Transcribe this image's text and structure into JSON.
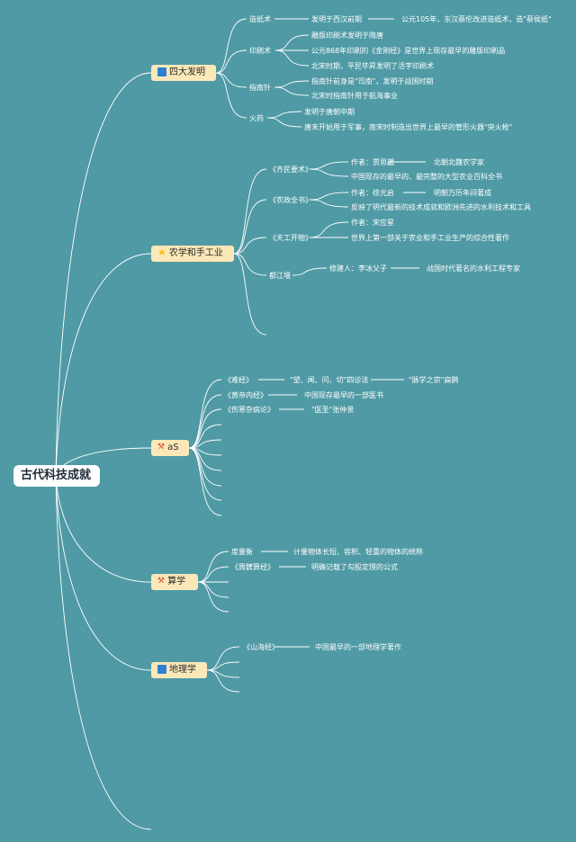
{
  "root": "古代科技成就",
  "categories": [
    {
      "label": "四大发明",
      "icon": "flag-icon",
      "icon_color": "#2e7fd3"
    },
    {
      "label": "农学和手工业",
      "icon": "star-icon",
      "icon_color": "#f3c11a"
    },
    {
      "label": "aS",
      "icon": "tools-icon",
      "icon_color": "#d9482b"
    },
    {
      "label": "算学",
      "icon": "tools-icon",
      "icon_color": "#d9482b"
    },
    {
      "label": "地理学",
      "icon": "flag-icon",
      "icon_color": "#2e7fd3"
    }
  ],
  "nodes": {
    "c0": {
      "n0": "造纸术",
      "n0a": "发明于西汉前期",
      "n0b": "公元105年，东汉蔡伦改进造纸术，造\"蔡侯纸\"",
      "n1": "印刷术",
      "n1a": "雕版印刷术发明于隋唐",
      "n1b": "公元868年印刷的《金刚经》是世界上现存最早的雕版印刷品",
      "n1c": "北宋时期，平民毕昇发明了活字印刷术",
      "n2": "指南针",
      "n2a": "指南针前身是\"司南\"，发明于战国时期",
      "n2b": "北宋时指南针用于航海事业",
      "n3": "火药",
      "n3a": "发明于唐朝中期",
      "n3b": "唐末开始用于军事，南宋时制造出世界上最早的管形火器\"突火枪\""
    },
    "c1": {
      "n0": "《齐民要术》",
      "n0a": "作者：贾思勰",
      "n0a1": "北朝北魏农学家",
      "n0b": "中国现存的最早的、最完整的大型农业百科全书",
      "n1": "《农政全书》",
      "n1a": "作者：徐光启",
      "n1a1": "明朝万历年间著成",
      "n1b": "反映了明代最新的技术成就和欧洲先进的水利技术和工具",
      "n2": "《天工开物》",
      "n2a": "作者：宋应星",
      "n2b": "世界上第一部关于农业和手工业生产的综合性著作",
      "n3": "都江堰",
      "n3a": "修建人：李冰父子",
      "n3a1": "战国时代著名的水利工程专家"
    },
    "c2": {
      "n0": "《难经》",
      "n0a": "\"望、闻、问、切\"四诊法",
      "n0b": "\"脉学之宗\"扁鹊",
      "n1": "《黄帝内经》",
      "n1a": "中国现存最早的一部医书",
      "n2": "《伤寒杂病论》",
      "n2a": "\"医圣\"张仲景"
    },
    "c3": {
      "n0": "度量衡",
      "n0a": "计量物体长短、容积、轻重的物体的统称",
      "n1": "《周髀算经》",
      "n1a": "明确记载了勾股定理的公式"
    },
    "c4": {
      "n0": "《山海经》",
      "n0a": "中国最早的一部地理学著作"
    }
  },
  "colors": {
    "background": "#4f9aa5",
    "line": "#ffffff",
    "category_fill": "#fbe8b8",
    "root_fill": "#ffffff"
  }
}
